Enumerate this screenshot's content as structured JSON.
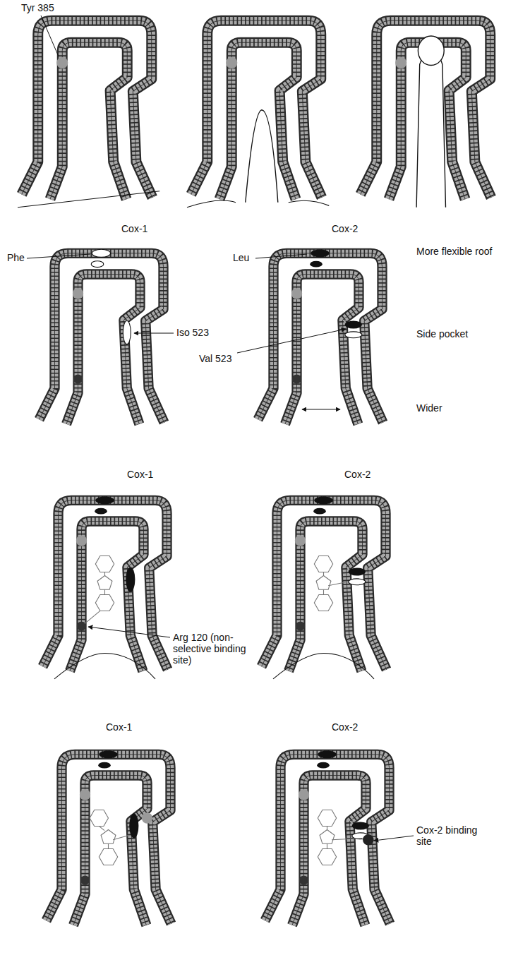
{
  "diagram": {
    "labels": [
      "Tyr 385",
      "Cox-1",
      "Phe",
      "Iso 523",
      "Cox-2",
      "Leu",
      "More flexible roof",
      "Side pocket",
      "Val 523",
      "Wider",
      "Cox-1",
      "Arg 120 (non-selective binding site)",
      "Cox-2",
      "Cox-1",
      "Cox-2",
      "Cox-2 binding site"
    ]
  }
}
